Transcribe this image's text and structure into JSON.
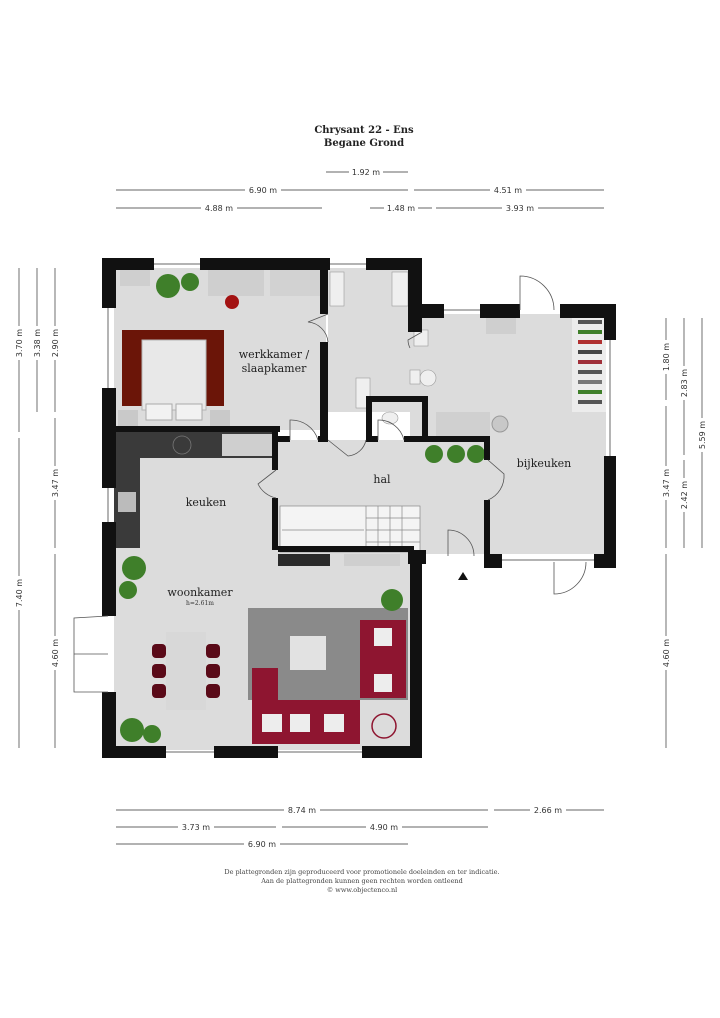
{
  "header": {
    "title_line1": "Chrysant 22 - Ens",
    "title_line2": "Begane Grond"
  },
  "dimensions": {
    "top": {
      "d1": "1.92 m",
      "d2": "6.90 m",
      "d3": "4.51 m",
      "d4": "4.88 m",
      "d5": "1.48 m",
      "d6": "3.93 m"
    },
    "left": {
      "d1": "3.70 m",
      "d2": "3.38 m",
      "d3": "2.90 m",
      "d4": "3.47 m",
      "d5": "7.40 m",
      "d6": "4.60 m"
    },
    "right": {
      "d1": "1.80 m",
      "d2": "2.83 m",
      "d3": "5.59 m",
      "d4": "3.47 m",
      "d5": "2.42 m",
      "d6": "4.60 m"
    },
    "bottom": {
      "d1": "8.74 m",
      "d2": "2.66 m",
      "d3": "3.73 m",
      "d4": "4.90 m",
      "d5": "6.90 m"
    }
  },
  "rooms": {
    "werkkamer_1": "werkkamer /",
    "werkkamer_2": "slaapkamer",
    "keuken": "keuken",
    "hal": "hal",
    "bijkeuken": "bijkeuken",
    "woonkamer": "woonkamer",
    "woonkamer_note": "h=2.61m"
  },
  "footer": {
    "line1": "De plattegronden zijn geproduceerd voor promotionele doeleinden en ter indicatie.",
    "line2": "Aan de plattegronden kunnen geen rechten worden ontleend",
    "line3": "© www.objectenco.nl"
  },
  "colors": {
    "wall": "#111111",
    "floor": "#dcdcdc",
    "rug_brown": "#6b1508",
    "sofa_red": "#8e1530",
    "rug_grey": "#8a8a8a",
    "plant": "#3f7f2a"
  }
}
